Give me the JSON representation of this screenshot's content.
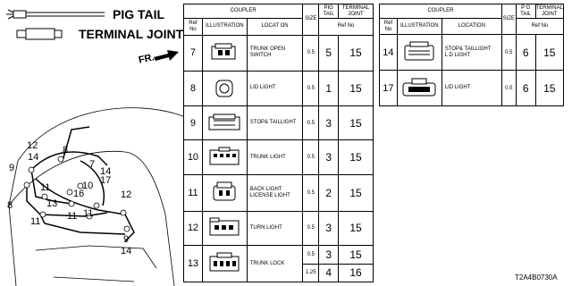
{
  "legend": {
    "pig_tail": "PIG TAIL",
    "terminal_joint": "TERMINAL JOINT",
    "front_arrow": "FR."
  },
  "diagram_numbers": [
    {
      "text": "12"
    },
    {
      "text": "8"
    },
    {
      "text": "14"
    },
    {
      "text": "7"
    },
    {
      "text": "9"
    },
    {
      "text": "14"
    },
    {
      "text": "10"
    },
    {
      "text": "17"
    },
    {
      "text": "11"
    },
    {
      "text": "16"
    },
    {
      "text": "8"
    },
    {
      "text": "13"
    },
    {
      "text": "11"
    },
    {
      "text": "11"
    },
    {
      "text": "11"
    },
    {
      "text": "12"
    },
    {
      "text": "9"
    },
    {
      "text": "14"
    }
  ],
  "table1": {
    "header_coupler": "COUPLER",
    "header_ref": "Ref\nNo",
    "header_ill": "ILLUSTRATION",
    "header_loc": "LOCAT ON",
    "header_size": "SIZE",
    "header_pig": "PIG\nTAIL",
    "header_term": "TERMINAL\nJOINT",
    "header_refno": "Ref No",
    "rows": [
      {
        "ref": "7",
        "loc": "TRUNK OPEN\nSWITCH",
        "size": "0.5",
        "pig": "5",
        "term": "15",
        "icon": "connector-2pin-icon"
      },
      {
        "ref": "8",
        "loc": "LID LIGHT",
        "size": "0.5",
        "pig": "1",
        "term": "15",
        "icon": "connector-round-icon"
      },
      {
        "ref": "9",
        "loc": "STOP& TAILLIGHT",
        "size": "0.5",
        "pig": "3",
        "term": "15",
        "icon": "connector-wide-icon"
      },
      {
        "ref": "10",
        "loc": "TRUNK LIGHT",
        "size": "0.5",
        "pig": "3",
        "term": "15",
        "icon": "connector-6pin-icon"
      },
      {
        "ref": "11",
        "loc": "BACK LIGHT\nLICENSE LIGHT",
        "size": "0.5",
        "pig": "2",
        "term": "15",
        "icon": "connector-latch-icon"
      },
      {
        "ref": "12",
        "loc": "TURN LIGHT",
        "size": "0.5",
        "pig": "3",
        "term": "15",
        "icon": "connector-4pin-icon"
      },
      {
        "ref": "13",
        "loc": "TRUNK LOCK",
        "size": "0.5",
        "pig": "3",
        "term": "15",
        "size2": "1.25",
        "pig2": "4",
        "term2": "16",
        "icon": "connector-lock-icon"
      }
    ]
  },
  "table2": {
    "header_coupler": "COUPLER",
    "header_ref": "Ref\nNo",
    "header_ill": "ILLUSTRATION",
    "header_loc": "LOCATION",
    "header_size": "SIZE",
    "header_pig": "P G\nTAIL",
    "header_term": "TERMINAL\nJOINT",
    "header_refno": "Ref No",
    "rows": [
      {
        "ref": "14",
        "loc": "STOP& TAILLIGHT\nL D LIGHT",
        "size": "0.5",
        "pig": "6",
        "term": "15",
        "icon": "connector-multi-icon"
      },
      {
        "ref": "17",
        "loc": "LID LIGHT",
        "size": "0.5",
        "pig": "6",
        "term": "15",
        "icon": "connector-long-icon"
      }
    ]
  },
  "diagram_code": "T2A4B0730A"
}
